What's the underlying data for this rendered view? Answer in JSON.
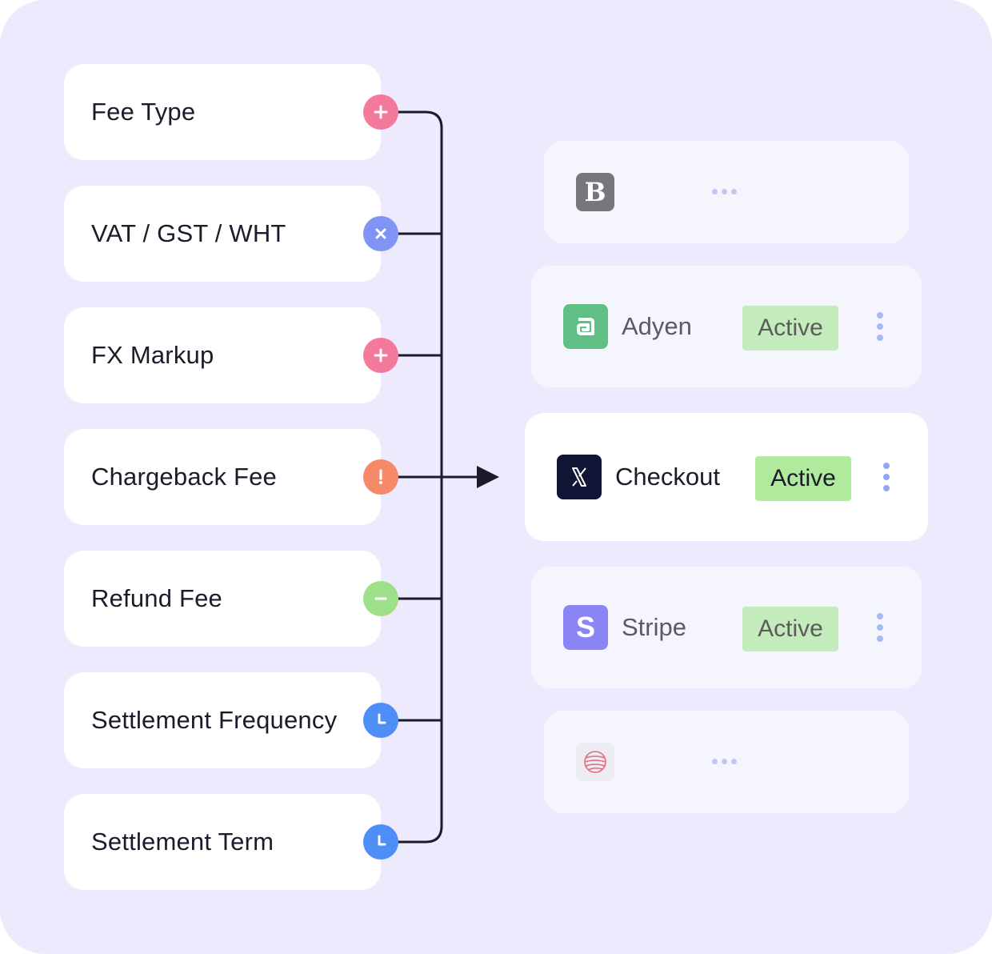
{
  "fees": [
    {
      "label": "Fee Type",
      "badge": "plus-icon",
      "color": "#f47a9c"
    },
    {
      "label": "VAT / GST / WHT",
      "badge": "close-icon",
      "color": "#7f94f4"
    },
    {
      "label": "FX Markup",
      "badge": "plus-icon",
      "color": "#f47a9c"
    },
    {
      "label": "Chargeback Fee",
      "badge": "exclamation-icon",
      "color": "#f5896a"
    },
    {
      "label": "Refund Fee",
      "badge": "minus-icon",
      "color": "#9ee08a"
    },
    {
      "label": "Settlement Frequency",
      "badge": "clock-icon",
      "color": "#4f8ef7"
    },
    {
      "label": "Settlement Term",
      "badge": "clock-icon",
      "color": "#4f8ef7"
    }
  ],
  "providers": {
    "top_faded": {
      "logo_letter": "B",
      "logo_color": "#76767d"
    },
    "adyen": {
      "name": "Adyen",
      "status": "Active",
      "logo_color": "#5fbf85"
    },
    "checkout": {
      "name": "Checkout",
      "status": "Active",
      "logo_color": "#111536"
    },
    "stripe": {
      "name": "Stripe",
      "status": "Active",
      "logo_letter": "S",
      "logo_color": "#8b84f5"
    },
    "bottom_faded": {
      "logo_color": "#e46b7d"
    }
  },
  "colors": {
    "background": "#eceafc",
    "connector": "#1b1b2b",
    "active_badge_bright": "#b0ea9c",
    "active_badge_faded": "#c4ebbc",
    "kebab_dots": "#8fa8f3"
  }
}
